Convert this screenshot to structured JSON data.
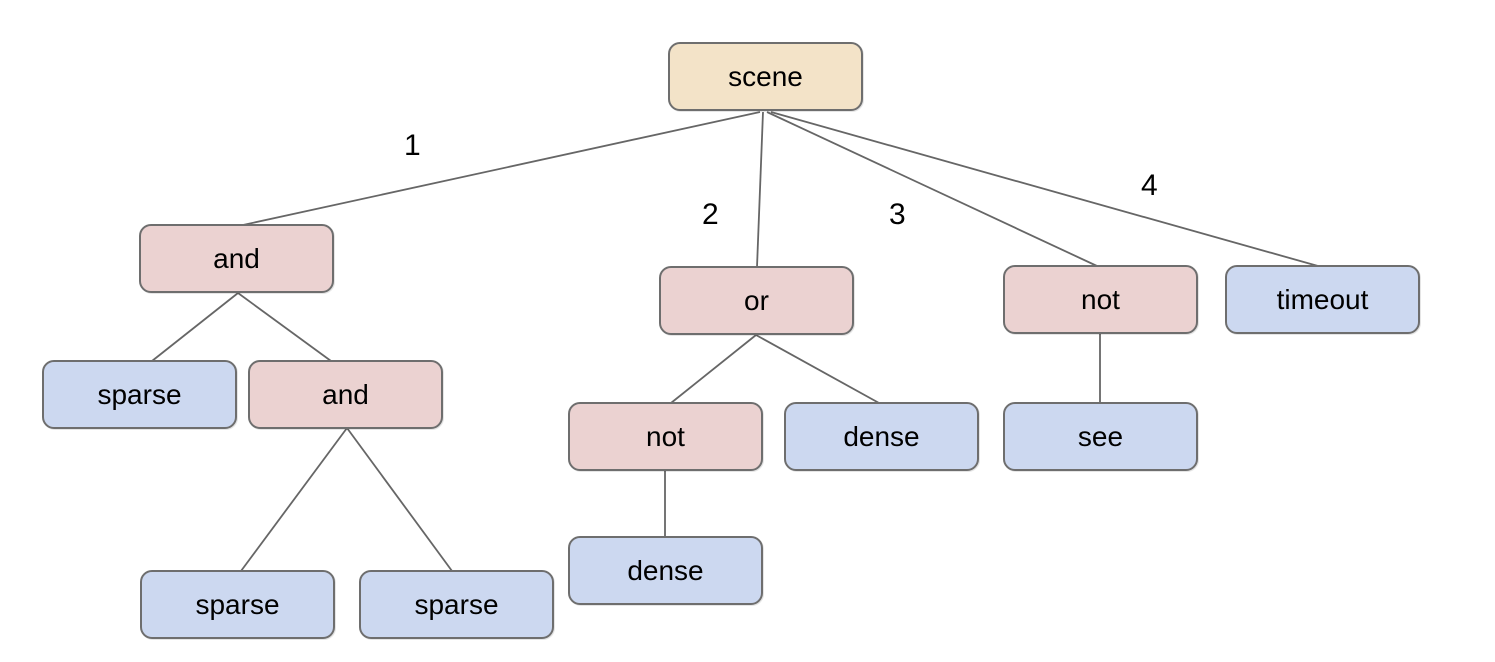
{
  "colors": {
    "root_fill": "#f3e3c8",
    "operator_fill": "#ebd2d1",
    "leaf_fill": "#ccd8f0",
    "node_border": "#6e6e6e",
    "edge": "#666666",
    "text": "#000000"
  },
  "nodes": [
    {
      "id": "scene",
      "label": "scene",
      "type": "root"
    },
    {
      "id": "and-1",
      "label": "and",
      "type": "operator"
    },
    {
      "id": "or-1",
      "label": "or",
      "type": "operator"
    },
    {
      "id": "not-1",
      "label": "not",
      "type": "operator"
    },
    {
      "id": "timeout",
      "label": "timeout",
      "type": "leaf"
    },
    {
      "id": "sparse-1",
      "label": "sparse",
      "type": "leaf"
    },
    {
      "id": "and-2",
      "label": "and",
      "type": "operator"
    },
    {
      "id": "not-2",
      "label": "not",
      "type": "operator"
    },
    {
      "id": "dense-1",
      "label": "dense",
      "type": "leaf"
    },
    {
      "id": "see-1",
      "label": "see",
      "type": "leaf"
    },
    {
      "id": "sparse-2",
      "label": "sparse",
      "type": "leaf"
    },
    {
      "id": "sparse-3",
      "label": "sparse",
      "type": "leaf"
    },
    {
      "id": "dense-2",
      "label": "dense",
      "type": "leaf"
    }
  ],
  "edges": [
    {
      "from": "scene",
      "to": "and-1",
      "label": "1"
    },
    {
      "from": "scene",
      "to": "or-1",
      "label": "2"
    },
    {
      "from": "scene",
      "to": "not-1",
      "label": "3"
    },
    {
      "from": "scene",
      "to": "timeout",
      "label": "4"
    },
    {
      "from": "and-1",
      "to": "sparse-1"
    },
    {
      "from": "and-1",
      "to": "and-2"
    },
    {
      "from": "and-2",
      "to": "sparse-2"
    },
    {
      "from": "and-2",
      "to": "sparse-3"
    },
    {
      "from": "or-1",
      "to": "not-2"
    },
    {
      "from": "or-1",
      "to": "dense-1"
    },
    {
      "from": "not-2",
      "to": "dense-2"
    },
    {
      "from": "not-1",
      "to": "see-1"
    }
  ]
}
